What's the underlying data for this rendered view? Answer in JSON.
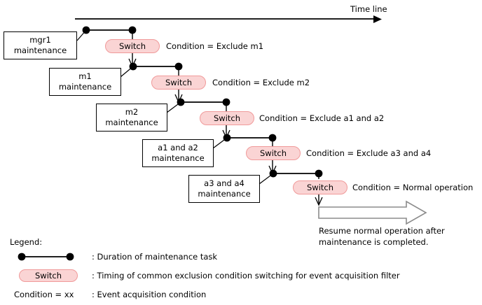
{
  "diagram": {
    "timeline_label": "Time line",
    "rows": [
      {
        "task_label_line1": "mgr1",
        "task_label_line2": "maintenance",
        "switch_label": "Switch",
        "condition": "Condition = Exclude m1"
      },
      {
        "task_label_line1": "m1",
        "task_label_line2": "maintenance",
        "switch_label": "Switch",
        "condition": "Condition = Exclude m2"
      },
      {
        "task_label_line1": "m2",
        "task_label_line2": "maintenance",
        "switch_label": "Switch",
        "condition": "Condition = Exclude a1 and a2"
      },
      {
        "task_label_line1": "a1 and a2",
        "task_label_line2": "maintenance",
        "switch_label": "Switch",
        "condition": "Condition = Exclude a3 and a4"
      },
      {
        "task_label_line1": "a3 and a4",
        "task_label_line2": "maintenance",
        "switch_label": "Switch",
        "condition": "Condition = Normal operation"
      }
    ],
    "resume_note_line1": "Resume normal operation after",
    "resume_note_line2": "maintenance is completed."
  },
  "legend": {
    "title": "Legend:",
    "items": [
      {
        "symbol": "duration-bar",
        "description": ": Duration of maintenance task"
      },
      {
        "symbol": "switch-pill",
        "symbol_label": "Switch",
        "description": ": Timing of common exclusion condition switching for event acquisition filter"
      },
      {
        "symbol": "condition-text",
        "symbol_label": "Condition = xx",
        "description": ": Event acquisition condition"
      }
    ]
  },
  "colors": {
    "pill_fill": "#fad4d4",
    "pill_stroke": "#f09a9a",
    "line": "#000000",
    "block_arrow_stroke": "#8c8c8c",
    "background": "#ffffff"
  }
}
